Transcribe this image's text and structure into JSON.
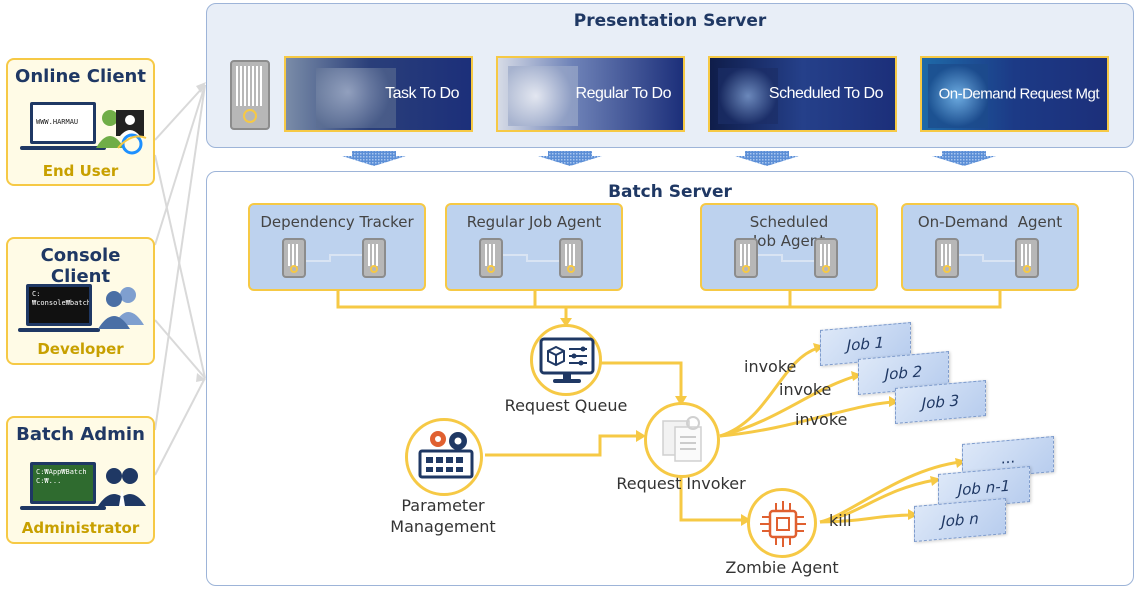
{
  "clients": [
    {
      "title": "Online Client",
      "role": "End User",
      "screen_text": "WWW.HARMAU"
    },
    {
      "title": "Console Client",
      "role": "Developer",
      "screen_text": "C:₩console₩batch₩library₩app₩executions₩"
    },
    {
      "title": "Batch Admin",
      "role": "Administrator",
      "screen_text": "C:₩App₩Batch C:₩..."
    }
  ],
  "presentation": {
    "title": "Presentation Server",
    "tiles": [
      "Task To Do",
      "Regular To Do",
      "Scheduled To Do",
      "On-Demand Request Mgt"
    ]
  },
  "batch": {
    "title": "Batch Server",
    "agents": [
      "Dependency Tracker",
      "Regular Job Agent",
      "Scheduled Job Agent",
      "On-Demand  Agent"
    ],
    "nodes": {
      "queue": "Request Queue",
      "invoker": "Request Invoker",
      "param": "Parameter Management",
      "zombie": "Zombie Agent"
    },
    "invoke_labels": [
      "invoke",
      "invoke",
      "invoke"
    ],
    "kill_label": "kill",
    "jobs": [
      "Job 1",
      "Job 2",
      "Job 3"
    ],
    "kill_jobs": [
      "...",
      "Job n-1",
      "Job n"
    ]
  },
  "colors": {
    "accent": "#f6c945",
    "title": "#1f3864",
    "panel": "#e8eef7",
    "agent": "#bdd2ee",
    "role": "#c8a000"
  }
}
